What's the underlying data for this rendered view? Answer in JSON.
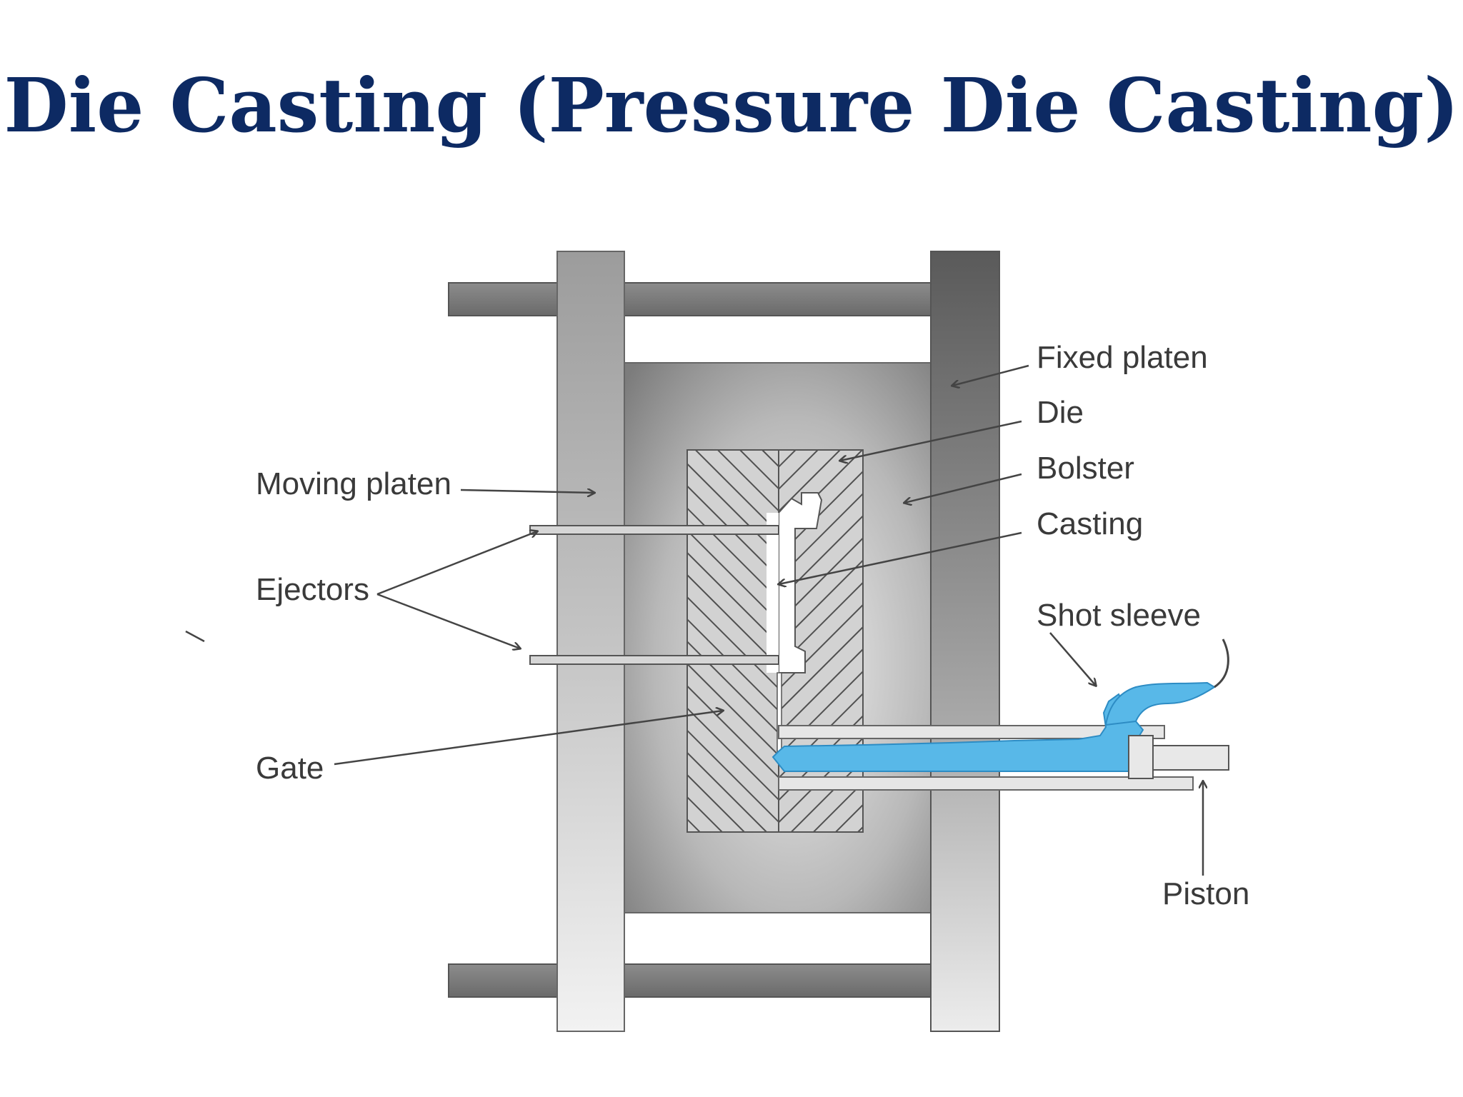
{
  "title": "Die Casting (Pressure Die Casting)",
  "labels": {
    "fixed_platen": "Fixed platen",
    "die": "Die",
    "bolster": "Bolster",
    "casting": "Casting",
    "shot_sleeve": "Shot sleeve",
    "piston": "Piston",
    "moving_platen": "Moving platen",
    "ejectors": "Ejectors",
    "gate": "Gate"
  },
  "colors": {
    "title": "#0d2a63",
    "metal": "#58b8e8",
    "steel_dark": "#5e5e5e",
    "steel_light": "#c8c8c8"
  }
}
